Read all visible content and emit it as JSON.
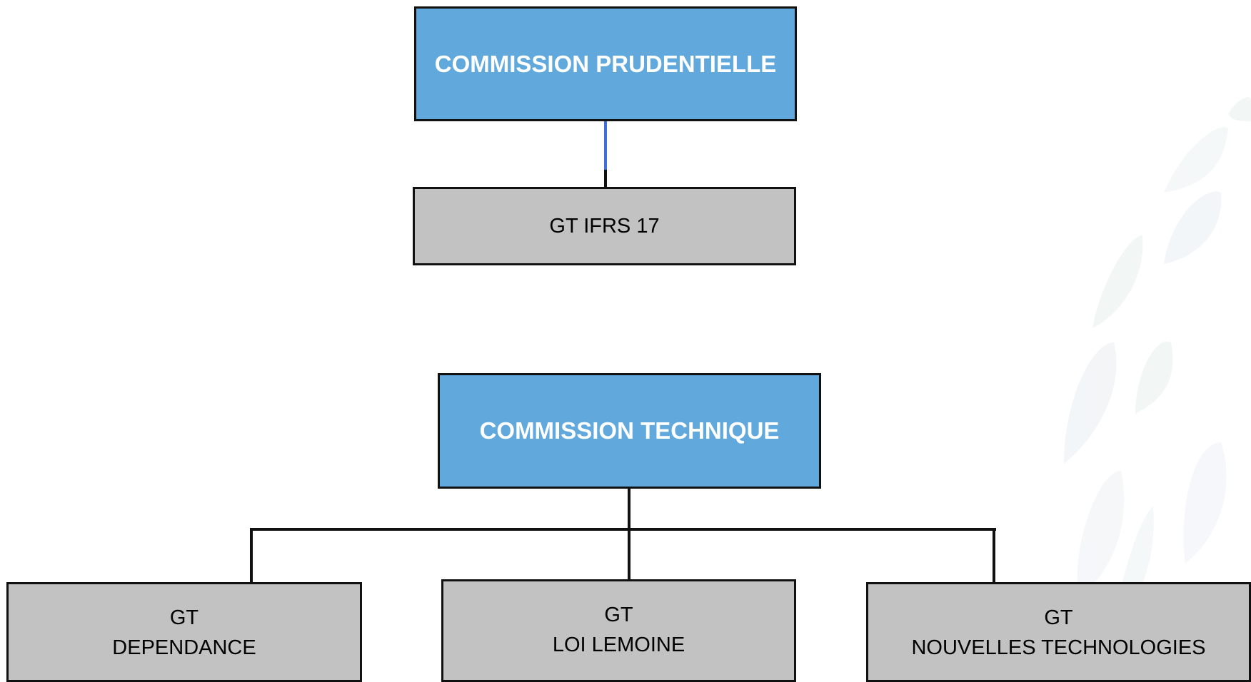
{
  "colors": {
    "commission_fill": "#61a9dc",
    "gt_fill": "#c2c2c2",
    "border": "#111111",
    "connector_accent": "#3f6fd6"
  },
  "prudentielle": {
    "title": "COMMISSION PRUDENTIELLE",
    "children": [
      {
        "line1": "GT IFRS 17"
      }
    ]
  },
  "technique": {
    "title": "COMMISSION TECHNIQUE",
    "children": [
      {
        "line1": "GT",
        "line2": "DEPENDANCE"
      },
      {
        "line1": "GT",
        "line2": "LOI LEMOINE"
      },
      {
        "line1": "GT",
        "line2": "NOUVELLES TECHNOLOGIES"
      }
    ]
  }
}
